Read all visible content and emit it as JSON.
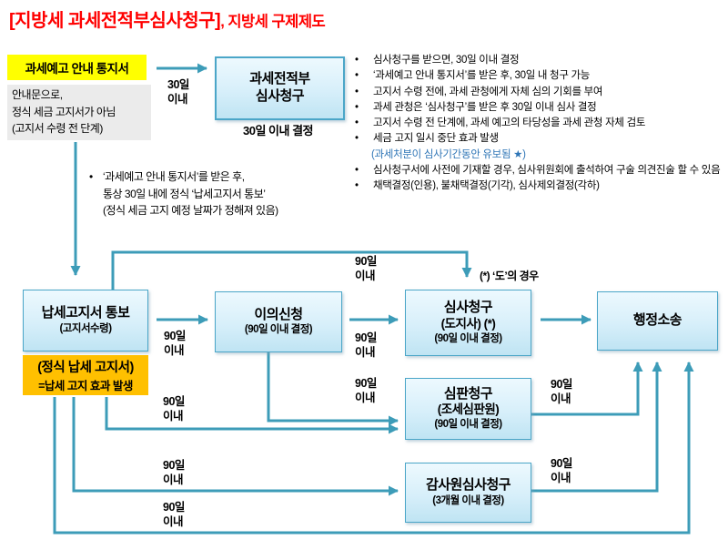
{
  "title": {
    "main": "[지방세 과세전적부심사청구]",
    "tail": ", 지방세 구제제도"
  },
  "colors": {
    "connector_teal": "#3D9CB8",
    "box_border_blue": "#4BA6C8",
    "highlight_yellow": "#FFFF00",
    "highlight_orange": "#FFC000",
    "title_red": "#FF0000",
    "note_blue": "#2E75B6"
  },
  "stage1": {
    "pre_notice_label": "과세예고 안내 통지서",
    "pre_notice_desc": "안내문으로,\n정식 세금 고지서가 아님\n(고지서 수령 전 단계)",
    "arrow_label_30": "30일\n이내",
    "review_title": "과세전적부\n심사청구",
    "review_caption": "30일 이내 결정"
  },
  "panel": {
    "bullet_char": "•",
    "bullets": [
      "심사청구를 받으면, 30일 이내 결정",
      "‘과세예고 안내 통지서’를 받은 후, 30일 내 청구 가능",
      "고지서 수령 전에, 과세 관청에게 자체 심의 기회를 부여",
      "과세 관청은 ‘심사청구’를 받은 후 30일 이내 심사 결정",
      "고지서 수령 전 단계에, 과세 예고의 타당성을 과세 관청 자체 검토",
      "세금 고지 일시 중단 효과 발생",
      "심사청구서에 사전에 기재할 경우, 심사위원회에 출석하여 구술 의견진술 할 수 있음",
      "채택결정(인용), 불채택결정(기각), 심사제외결정(각하)"
    ],
    "blue_note": "(과세처분이 심사기간동안 유보됨 ★)"
  },
  "mid_note": {
    "bullet_char": "•",
    "text": "‘과세예고 안내 통지서’를 받은 후,\n통상 30일 내에 정식 ‘납세고지서 통보’\n(정식 세금 고지 예정 날짜가 정해져 있음)"
  },
  "flow": {
    "label_90": "90일\n이내",
    "notice_title": "납세고지서 통보",
    "notice_sub": "(고지서수령)",
    "orange_line1": "(정식 납세 고지서)",
    "orange_line2": "=납세 고지 효과 발생",
    "objection_title": "이의신청",
    "objection_sub": "(90일 이내 결정)",
    "review_title": "심사청구",
    "review_sub1": "(도지사) (*)",
    "review_sub2": "(90일 이내 결정)",
    "review_note": "(*) ‘도’의 경우",
    "judgment_title": "심판청구",
    "judgment_sub1": "(조세심판원)",
    "judgment_sub2": "(90일 이내 결정)",
    "audit_title": "감사원심사청구",
    "audit_sub": "(3개월 이내 결정)",
    "lawsuit_title": "행정소송"
  }
}
